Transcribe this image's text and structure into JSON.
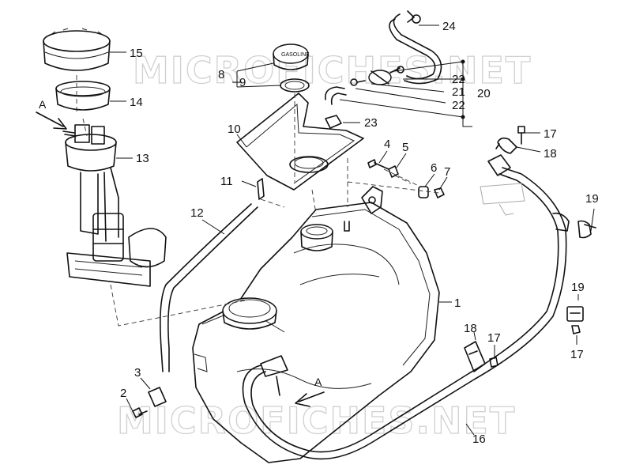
{
  "watermark": "MICROFICHES.NET",
  "cap_text": "GASOLINE",
  "flow_arrow_label": "A",
  "callouts": {
    "c1": "1",
    "c2": "2",
    "c3": "3",
    "c4": "4",
    "c5": "5",
    "c6": "6",
    "c7": "7",
    "c8": "8",
    "c9": "9",
    "c10": "10",
    "c11": "11",
    "c12": "12",
    "c13": "13",
    "c14": "14",
    "c15": "15",
    "c16": "16",
    "c17": "17",
    "c18": "18",
    "c19": "19",
    "c20": "20",
    "c21": "21",
    "c22": "22",
    "c23": "23",
    "c24": "24"
  }
}
